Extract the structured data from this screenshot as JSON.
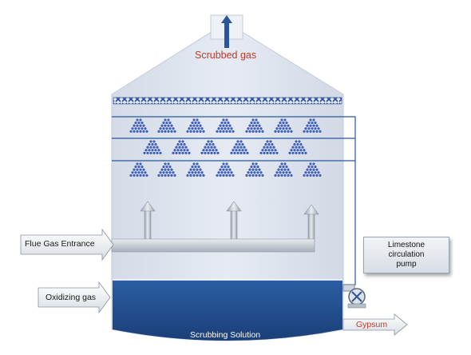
{
  "labels": {
    "scrubbed_gas": "Scrubbed gas",
    "flue_gas_entrance": "Flue Gas Entrance",
    "oxidizing_gas": "Oxidizing gas",
    "scrubbing_solution": "Scrubbing Solution",
    "gypsum": "Gypsum",
    "limestone_pump": [
      "Limestone",
      "circulation",
      "pump"
    ]
  },
  "colors": {
    "vessel_fill": "#dfe5ef",
    "vessel_edge": "#b9c2d1",
    "liquid": "#21508f",
    "accent_red": "#c0392b",
    "droplet": "#3f5fb6",
    "pipe": "#c9ced6"
  },
  "spray_levels": 3
}
